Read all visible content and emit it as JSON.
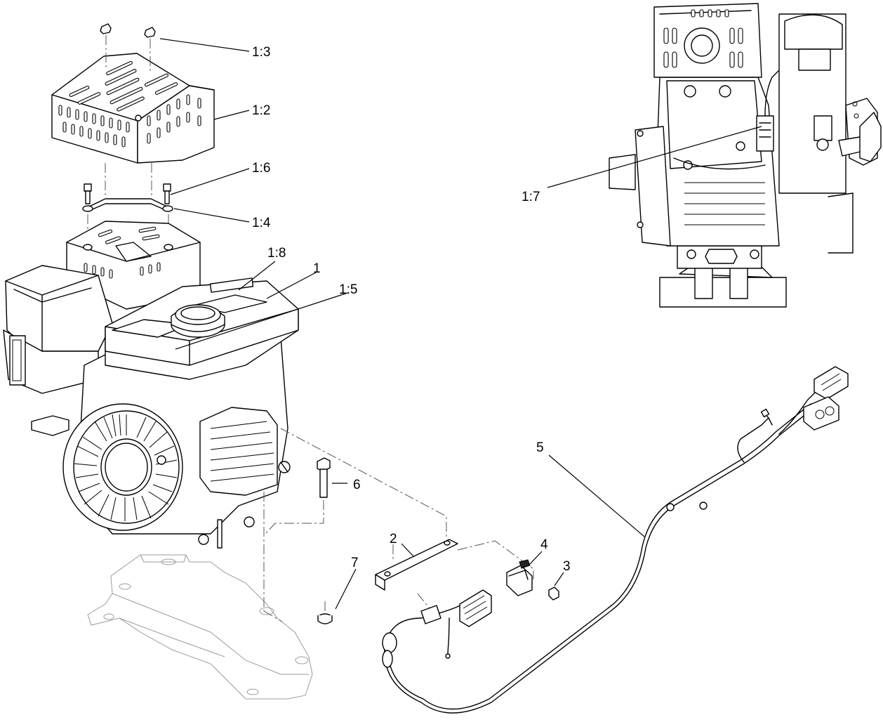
{
  "callouts": {
    "c_1_3": "1:3",
    "c_1_2": "1:2",
    "c_1_6": "1:6",
    "c_1_4": "1:4",
    "c_1_8": "1:8",
    "c_1": "1",
    "c_1_5": "1:5",
    "c_1_7": "1:7",
    "c_6": "6",
    "c_2": "2",
    "c_7": "7",
    "c_4": "4",
    "c_3": "3",
    "c_5": "5"
  }
}
